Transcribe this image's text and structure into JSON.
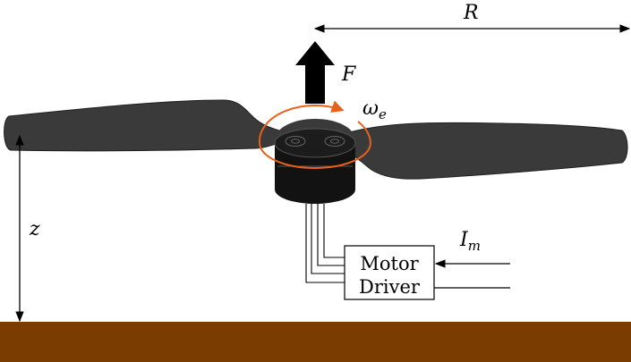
{
  "labels": {
    "thrust": "F",
    "radius": "R",
    "height": "z",
    "current_main": "I",
    "current_sub": "m",
    "omega_main": "ω",
    "omega_sub": "e",
    "driver_line1": "Motor",
    "driver_line2": "Driver"
  },
  "colors": {
    "propeller": "#3a3a3a",
    "motor": "#121212",
    "rotation_arrow": "#e8611a",
    "ground": "#7a3c00",
    "ink": "#000000",
    "background": "#ffffff"
  }
}
